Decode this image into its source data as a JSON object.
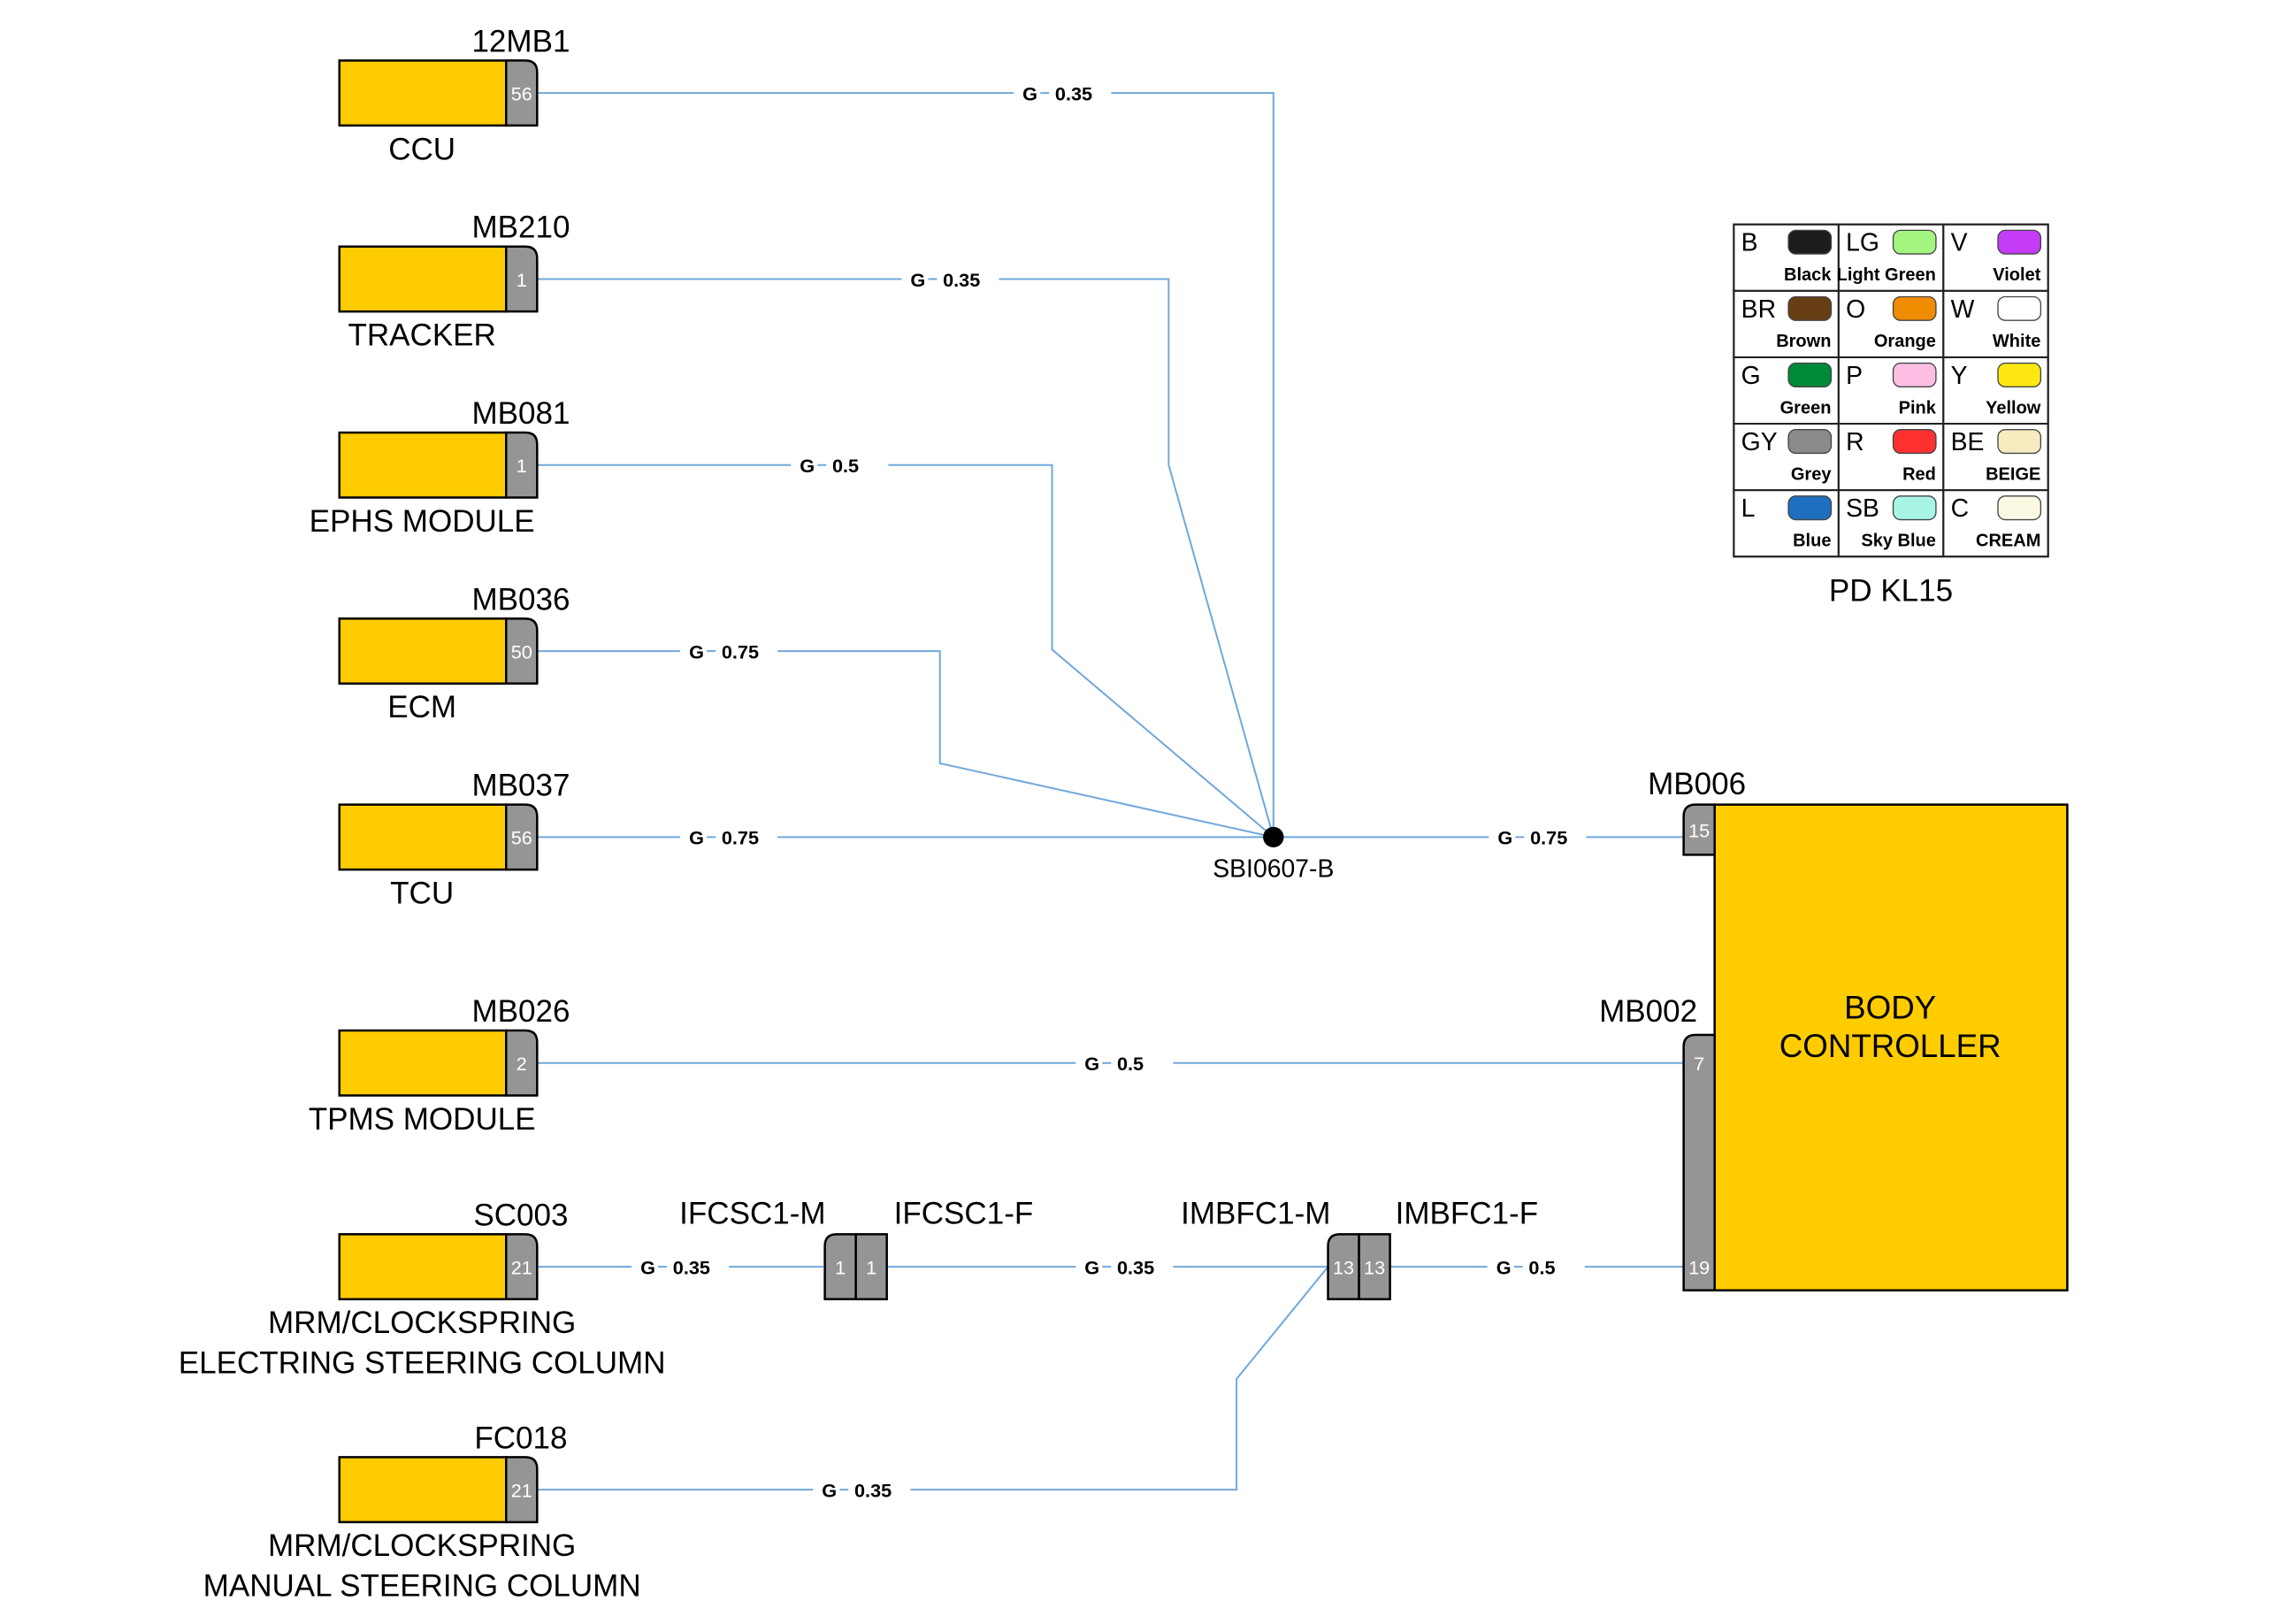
{
  "diagram": {
    "wire_color_hex": "#6fa8dc",
    "component_fill_hex": "#ffcc00",
    "connector_fill_hex": "#959595",
    "splice": {
      "id": "SBI0607-B"
    },
    "components": [
      {
        "connector": "12MB1",
        "name_lines": [
          "CCU"
        ],
        "pin": "56",
        "wire": {
          "color": "G",
          "gauge": "0.35"
        }
      },
      {
        "connector": "MB210",
        "name_lines": [
          "TRACKER"
        ],
        "pin": "1",
        "wire": {
          "color": "G",
          "gauge": "0.35"
        }
      },
      {
        "connector": "MB081",
        "name_lines": [
          "EPHS MODULE"
        ],
        "pin": "1",
        "wire": {
          "color": "G",
          "gauge": "0.5"
        }
      },
      {
        "connector": "MB036",
        "name_lines": [
          "ECM"
        ],
        "pin": "50",
        "wire": {
          "color": "G",
          "gauge": "0.75"
        }
      },
      {
        "connector": "MB037",
        "name_lines": [
          "TCU"
        ],
        "pin": "56",
        "wire": {
          "color": "G",
          "gauge": "0.75"
        }
      },
      {
        "connector": "MB026",
        "name_lines": [
          "TPMS MODULE"
        ],
        "pin": "2",
        "wire": {
          "color": "G",
          "gauge": "0.5"
        }
      },
      {
        "connector": "SC003",
        "name_lines": [
          "MRM/CLOCKSPRING",
          "ELECTRING STEERING COLUMN"
        ],
        "pin": "21",
        "wire": {
          "color": "G",
          "gauge": "0.35"
        }
      },
      {
        "connector": "FC018",
        "name_lines": [
          "MRM/CLOCKSPRING",
          "MANUAL STEERING COLUMN"
        ],
        "pin": "21",
        "wire": {
          "color": "G",
          "gauge": "0.35"
        }
      }
    ],
    "splice_to_bcm_wire": {
      "color": "G",
      "gauge": "0.75"
    },
    "inline_connectors": [
      {
        "male": "IFCSC1-M",
        "female": "IFCSC1-F",
        "pin_m": "1",
        "pin_f": "1"
      },
      {
        "male": "IMBFC1-M",
        "female": "IMBFC1-F",
        "pin_m": "13",
        "pin_f": "13"
      }
    ],
    "inline_wires": [
      {
        "color": "G",
        "gauge": "0.35"
      },
      {
        "color": "G",
        "gauge": "0.5"
      }
    ],
    "body_controller": {
      "name_lines": [
        "BODY",
        "CONTROLLER"
      ],
      "connectors": [
        {
          "id": "MB006",
          "pins": [
            "15"
          ]
        },
        {
          "id": "MB002",
          "pins": [
            "7",
            "19"
          ]
        }
      ]
    }
  },
  "legend": {
    "title": "PD KL15",
    "rows": [
      [
        {
          "code": "B",
          "name": "Black",
          "hex": "#1c1c1c"
        },
        {
          "code": "LG",
          "name": "Light Green",
          "hex": "#a3f57f"
        },
        {
          "code": "V",
          "name": "Violet",
          "hex": "#c43cf5"
        }
      ],
      [
        {
          "code": "BR",
          "name": "Brown",
          "hex": "#673e14"
        },
        {
          "code": "O",
          "name": "Orange",
          "hex": "#f08c00"
        },
        {
          "code": "W",
          "name": "White",
          "hex": "#ffffff"
        }
      ],
      [
        {
          "code": "G",
          "name": "Green",
          "hex": "#008a38"
        },
        {
          "code": "P",
          "name": "Pink",
          "hex": "#ffbfe4"
        },
        {
          "code": "Y",
          "name": "Yellow",
          "hex": "#ffe812"
        }
      ],
      [
        {
          "code": "GY",
          "name": "Grey",
          "hex": "#8a8a8a"
        },
        {
          "code": "R",
          "name": "Red",
          "hex": "#ff3030"
        },
        {
          "code": "BE",
          "name": "BEIGE",
          "hex": "#f7ecc0"
        }
      ],
      [
        {
          "code": "L",
          "name": "Blue",
          "hex": "#1e6fbf"
        },
        {
          "code": "SB",
          "name": "Sky Blue",
          "hex": "#a8f5e4"
        },
        {
          "code": "C",
          "name": "CREAM",
          "hex": "#fbf9e4"
        }
      ]
    ]
  }
}
